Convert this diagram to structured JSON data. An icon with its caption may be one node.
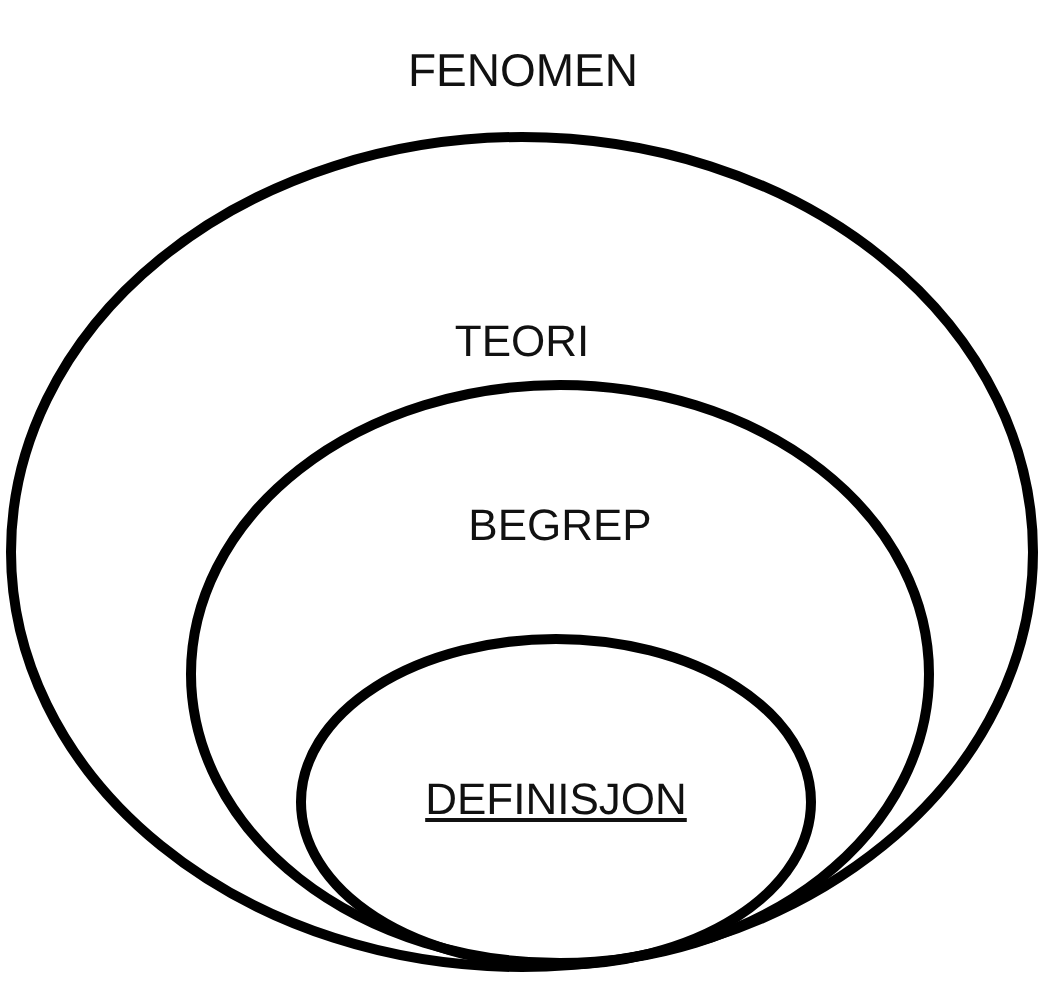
{
  "diagram": {
    "title": "FENOMEN",
    "nodes": [
      {
        "text": [
          "TEORI"
        ]
      },
      {
        "text": [
          "BEGREP"
        ],
        "in": 0
      },
      {
        "text": [
          "DEFINISJON"
        ],
        "in": 1
      }
    ]
  }
}
